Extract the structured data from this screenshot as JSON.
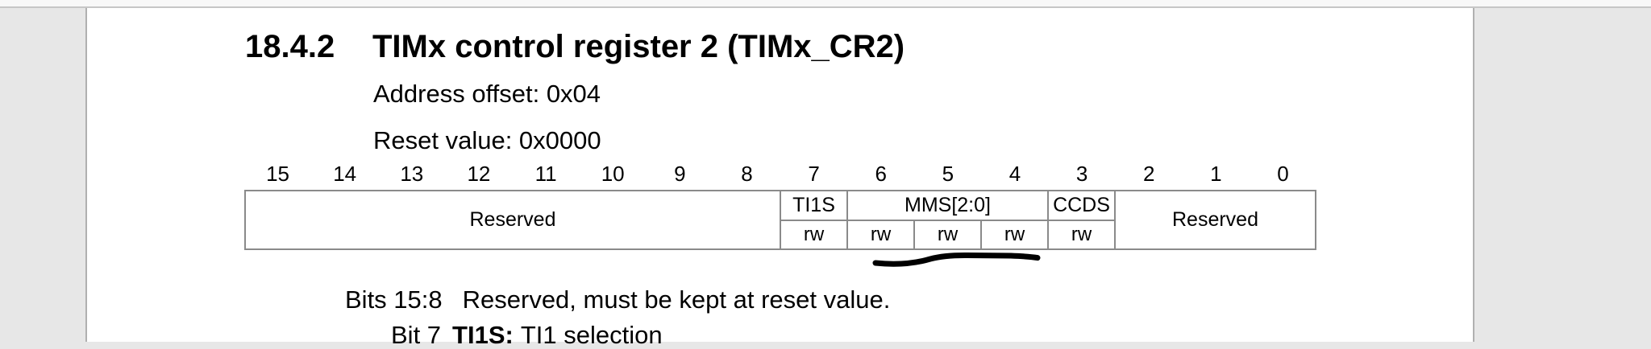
{
  "document": {
    "section_number": "18.4.2",
    "section_title": "TIMx control register 2 (TIMx_CR2)",
    "address_offset": "Address offset: 0x04",
    "reset_value": "Reset value: 0x0000"
  },
  "register": {
    "bit_numbers": [
      "15",
      "14",
      "13",
      "12",
      "11",
      "10",
      "9",
      "8",
      "7",
      "6",
      "5",
      "4",
      "3",
      "2",
      "1",
      "0"
    ],
    "reserved_high": {
      "name": "Reserved",
      "bits": "15:8"
    },
    "ti1s": {
      "name": "TI1S",
      "bit": "7",
      "access": "rw"
    },
    "mms": {
      "name": "MMS[2:0]",
      "bits": "6:4",
      "access_bit6": "rw",
      "access_bit5": "rw",
      "access_bit4": "rw"
    },
    "ccds": {
      "name": "CCDS",
      "bit": "3",
      "access": "rw"
    },
    "reserved_low": {
      "name": "Reserved",
      "bits": "2:0"
    }
  },
  "descriptions": [
    {
      "label": "Bits 15:8",
      "text": "Reserved, must be kept at reset value."
    },
    {
      "label": "Bit 7",
      "field": "TI1S:",
      "text": "TI1 selection"
    }
  ],
  "annotation": {
    "type": "hand-drawn underline under MMS bits",
    "color": "#000000"
  }
}
